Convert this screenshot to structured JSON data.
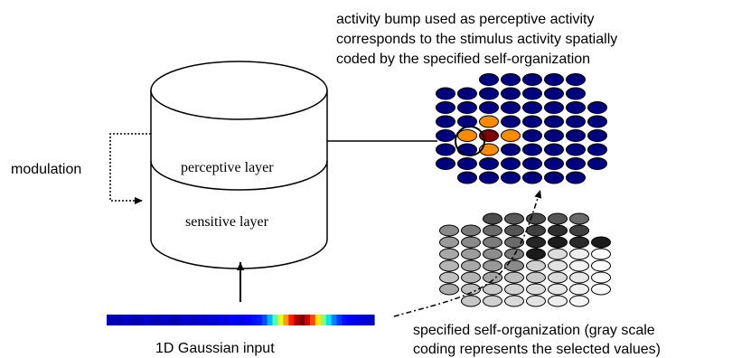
{
  "labels": {
    "caption_top_1": "activity bump used as perceptive activity",
    "caption_top_2": "corresponds to the stimulus activity spatially",
    "caption_top_3": "coded by the specified self-organization",
    "modulation": "modulation",
    "perceptive_layer": "perceptive layer",
    "sensitive_layer": "sensitive layer",
    "input": "1D Gaussian input",
    "caption_bottom_1": "specified  self-organization  (gray scale",
    "caption_bottom_2": "coding represents the selected values)"
  },
  "colors": {
    "grid_dark_blue": "#00007f",
    "grid_orange": "#ff8c00",
    "grid_dark_red": "#7f0000",
    "outline": "#000000"
  },
  "perceptive_grid": {
    "rows": [
      [
        "b",
        "b",
        "b",
        "b",
        "b"
      ],
      [
        "b",
        "b",
        "b",
        "b",
        "b",
        "b",
        "b"
      ],
      [
        "b",
        "b",
        "b",
        "b",
        "b",
        "b",
        "b",
        "b"
      ],
      [
        "b",
        "b",
        "o",
        "b",
        "b",
        "b",
        "b",
        "b"
      ],
      [
        "b",
        "o",
        "r",
        "o",
        "b",
        "b",
        "b",
        "b"
      ],
      [
        "b",
        "b",
        "o",
        "b",
        "b",
        "b",
        "b",
        "b"
      ],
      [
        "b",
        "b",
        "b",
        "b",
        "b",
        "b",
        "b",
        "b"
      ],
      [
        "b",
        "b",
        "b",
        "b",
        "b",
        "b"
      ]
    ]
  },
  "selforg_grid": {
    "rows": [
      [
        "#4d4d4d",
        "#5a5a5a",
        "#4a4a4a",
        "#555555",
        "#6b6b6b"
      ],
      [
        "#8a8a8a",
        "#7a7a7a",
        "#6a6a6a",
        "#555555",
        "#3f3f3f",
        "#2e2e2e",
        "#404040"
      ],
      [
        "#9a9a9a",
        "#8a8a8a",
        "#7c7c7c",
        "#6a6a6a",
        "#262626",
        "#1c1c1c",
        "#2a2a2a",
        "#1a1a1a"
      ],
      [
        "#a8a8a8",
        "#9c9c9c",
        "#8d8d8d",
        "#7a7a7a",
        "#1a1a1a",
        "#dcdcdc",
        "#eeeeee",
        "#ffffff"
      ],
      [
        "#b5b5b5",
        "#a8a8a8",
        "#999999",
        "#8a8a8a",
        "#cfcfcf",
        "#e2e2e2",
        "#f2f2f2",
        "#ffffff"
      ],
      [
        "#c0c0c0",
        "#b3b3b3",
        "#a5a5a5",
        "#bcbcbc",
        "#c8c8c8",
        "#dadada",
        "#e8e8e8",
        "#f7f7f7"
      ],
      [
        "#aaaaaa",
        "#bdbdbd",
        "#c9c9c9",
        "#d2d2d2",
        "#dcdcdc",
        "#e6e6e6",
        "#f0f0f0",
        "#fafafa"
      ],
      [
        "#c6c6c6",
        "#d0d0d0",
        "#dadada",
        "#e4e4e4",
        "#ededed",
        "#f6f6f6"
      ]
    ]
  },
  "gaussian_strip": {
    "values": [
      0.05,
      0.06,
      0.05,
      0.07,
      0.06,
      0.05,
      0.06,
      0.08,
      0.06,
      0.05,
      0.07,
      0.06,
      0.05,
      0.06,
      0.08,
      0.07,
      0.06,
      0.08,
      0.07,
      0.09,
      0.08,
      0.1,
      0.09,
      0.12,
      0.11,
      0.1,
      0.12,
      0.14,
      0.15,
      0.2,
      0.3,
      0.45,
      0.6,
      0.72,
      0.85,
      0.95,
      1.0,
      0.92,
      0.8,
      0.65,
      0.5,
      0.35,
      0.25,
      0.18,
      0.14,
      0.12,
      0.1,
      0.09,
      0.08,
      0.07
    ]
  }
}
